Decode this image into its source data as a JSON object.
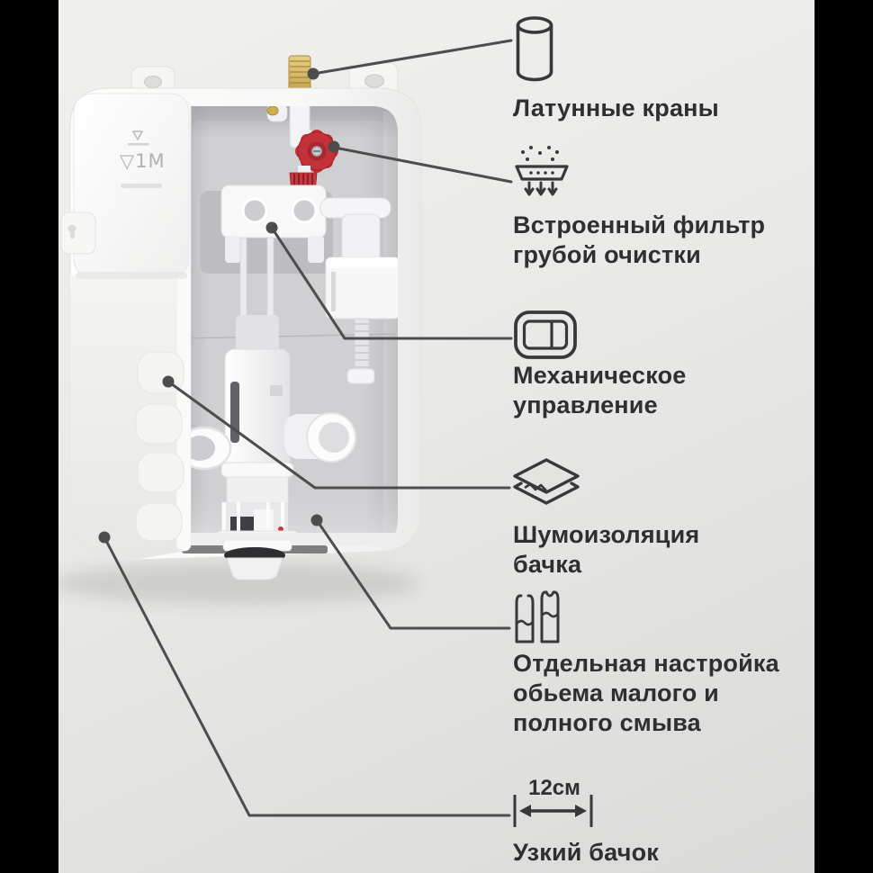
{
  "frame": {
    "side_bar_color": "#000000"
  },
  "background": {
    "top": "#f1f1ef",
    "bottom": "#d9d9d8"
  },
  "product": {
    "marking": "▽1M",
    "accent_colors": {
      "valve_red": "#c53138",
      "brass": "#d9bd6d"
    }
  },
  "callouts": [
    {
      "icon": "cylinder-icon",
      "label": "Латунные краны"
    },
    {
      "icon": "filter-icon",
      "label": "Встроенный фильтр\nгрубой очистки"
    },
    {
      "icon": "flush-plate-icon",
      "label": "Механическое\nуправление"
    },
    {
      "icon": "layers-icon",
      "label": "Шумоизоляция\nбачка"
    },
    {
      "icon": "dual-volume-icon",
      "label": "Отдельная настройка\nобьема малого и\nполного смыва"
    },
    {
      "icon": "width-dimension-icon",
      "label": "Узкий бачок",
      "dimension": "12см"
    }
  ],
  "style": {
    "leader_line_color": "#4d4d4d",
    "icon_stroke_color": "#383838",
    "text_color": "#2f2f2f"
  }
}
